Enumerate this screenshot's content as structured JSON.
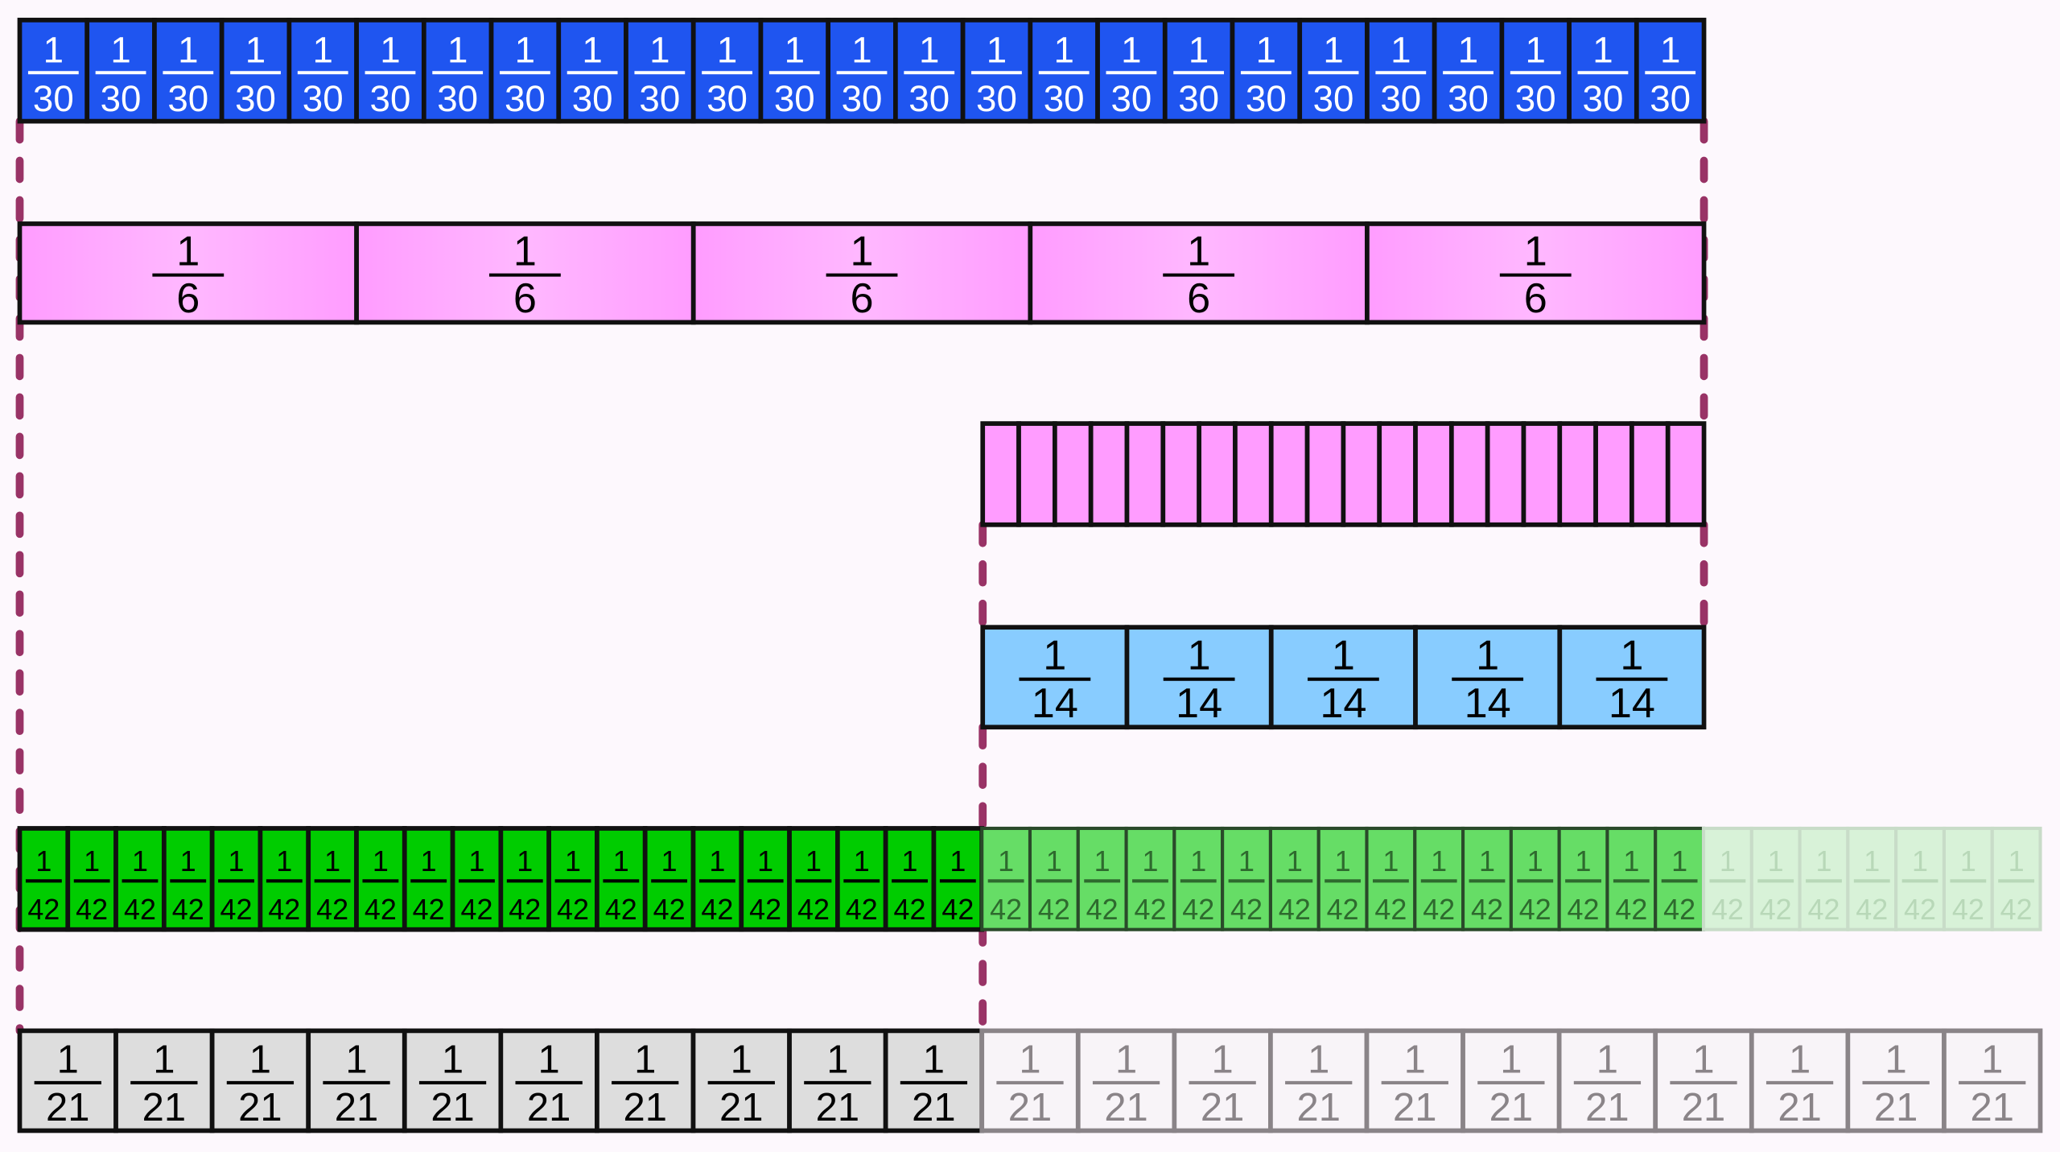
{
  "rows": [
    {
      "id": "thirtieths",
      "numerator": "1",
      "denominator": "30",
      "count": 25,
      "solid": 25,
      "partial": 0,
      "fill": "#1f55f0",
      "text_color": "#ffffff",
      "labeled": true
    },
    {
      "id": "sixths",
      "numerator": "1",
      "denominator": "6",
      "count": 5,
      "solid": 5,
      "partial": 0,
      "fill": "#ff9cff",
      "text_color": "#000000",
      "labeled": true
    },
    {
      "id": "strips",
      "numerator": "",
      "denominator": "",
      "count": 20,
      "solid": 20,
      "partial": 0,
      "fill": "#ff9cff",
      "text_color": "#000000",
      "labeled": false
    },
    {
      "id": "fourteenths",
      "numerator": "1",
      "denominator": "14",
      "count": 5,
      "solid": 5,
      "partial": 0,
      "fill": "#88ccff",
      "text_color": "#000000",
      "labeled": true
    },
    {
      "id": "forty-seconds",
      "numerator": "1",
      "denominator": "42",
      "count": 42,
      "solid": 20,
      "partial": 15,
      "fill": "#00cc00",
      "partial_fill": "#66dd66",
      "faded_fill": "#d8f2d8",
      "text_color": "#000000",
      "labeled": true
    },
    {
      "id": "twenty-firsts",
      "numerator": "1",
      "denominator": "21",
      "count": 21,
      "solid": 10,
      "partial": 0,
      "fill": "#dddddd",
      "faded_fill": "#f8f4f8",
      "text_color": "#000000",
      "labeled": true
    }
  ],
  "guide_color": "#993366",
  "background": "#fdf8fd"
}
